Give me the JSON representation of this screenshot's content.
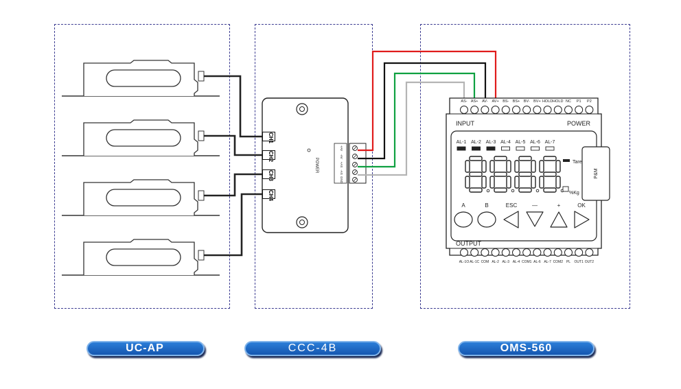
{
  "sections": [
    {
      "name": "UC-AP",
      "suffix": ""
    },
    {
      "name": "CCC-4B"
    },
    {
      "name": "OMS-560"
    }
  ],
  "junction_box": {
    "channels": [
      "CH1",
      "CH2",
      "CH3",
      "CH4"
    ],
    "power_label": "POWER",
    "terminal_labels": [
      "+AV",
      "-AV",
      "+AS",
      "-AS",
      "GND"
    ]
  },
  "indicator": {
    "top_terminals": [
      "AS-",
      "AS+",
      "AV-",
      "AV+",
      "BS-",
      "BS+",
      "BV-",
      "BV+",
      "HOLD",
      "HOLD",
      "NC",
      "P1",
      "P2"
    ],
    "bottom_terminals": [
      "AL-1O",
      "AL-1C",
      "COM",
      "AL-2",
      "AL-3",
      "AL-4",
      "COM1",
      "AL-6",
      "AL-7",
      "COM2",
      "PL",
      "OUT1",
      "OUT2"
    ],
    "input_label": "INPUT",
    "power_label": "POWER",
    "output_label": "OUTPUT",
    "alarms": [
      "AL-1",
      "AL-2",
      "AL-3",
      "AL-4",
      "AL-5",
      "AL-6",
      "AL-7"
    ],
    "alarm_state": [
      true,
      true,
      true,
      false,
      false,
      false,
      false
    ],
    "display_value": "1888",
    "tare_label": "Tare",
    "unit_label": "%Kg",
    "button_labels": [
      "A",
      "B",
      "ESC",
      "—",
      "+",
      "OK"
    ],
    "side_label": "P&M"
  },
  "wire_colors": {
    "red": "#e01b1b",
    "black": "#111111",
    "green": "#0ea040",
    "gray": "#b4b4b4"
  }
}
